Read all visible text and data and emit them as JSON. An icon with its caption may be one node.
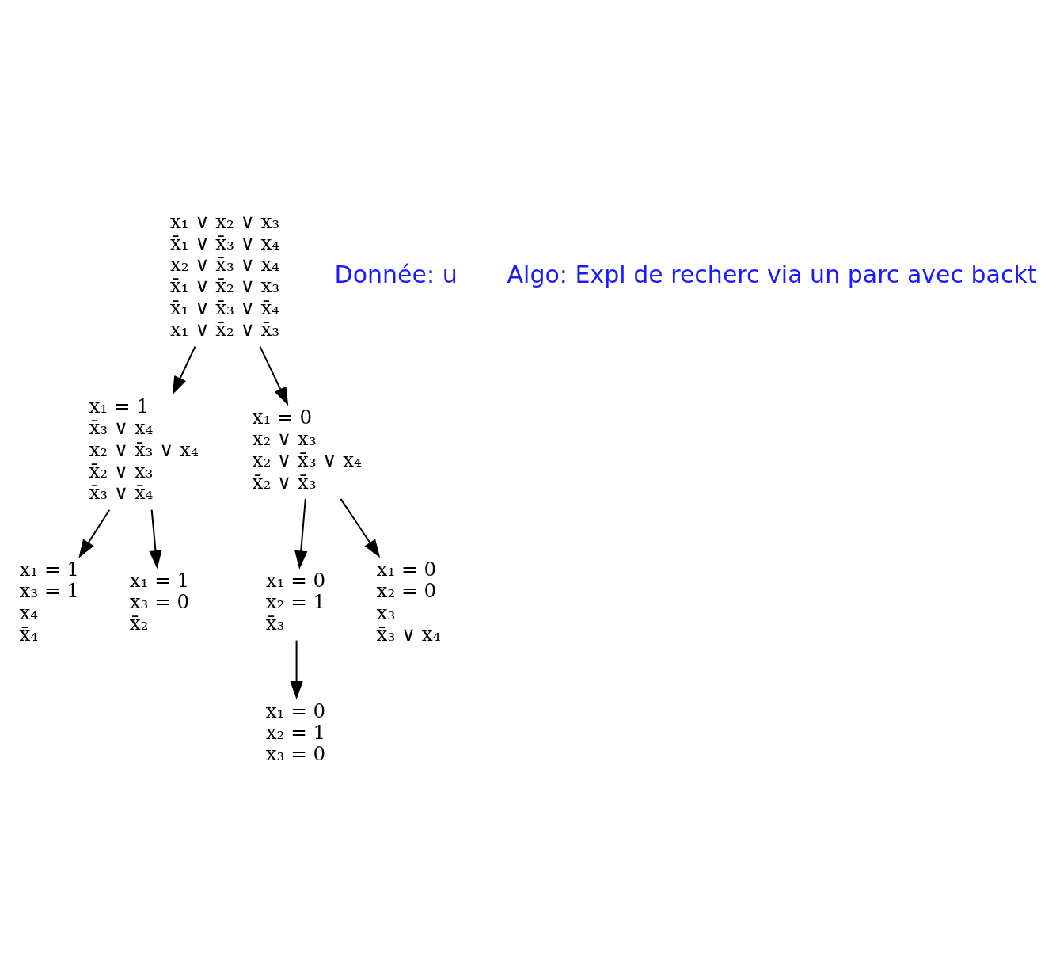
{
  "diagram": {
    "nodes": [
      {
        "text": [
          "x₁ ∨ x₂ ∨ x₃",
          "x̄₁ ∨ x̄₃ ∨ x₄",
          "x₂ ∨ x̄₃ ∨ x₄",
          "x̄₁ ∨ x̄₂ ∨ x₃",
          "x̄₁ ∨ x̄₃ ∨ x̄₄",
          "x₁ ∨ x̄₂ ∨ x̄₃"
        ]
      },
      {
        "text": [
          "x₁ = 1",
          "x̄₃ ∨ x₄",
          "x₂ ∨ x̄₃ ∨ x₄",
          "x̄₂ ∨ x₃",
          "x̄₃ ∨ x̄₄"
        ]
      },
      {
        "text": [
          "x₁ = 0",
          "x₂ ∨ x₃",
          "x₂ ∨ x̄₃ ∨ x₄",
          "x̄₂ ∨ x̄₃"
        ]
      },
      {
        "text": [
          "x₁ = 1",
          "x₃ = 1",
          "x₄",
          "x̄₄"
        ]
      },
      {
        "text": [
          "x₁ = 1",
          "x₃ = 0",
          "x̄₂"
        ]
      },
      {
        "text": [
          "x₁ = 0",
          "x₂ = 1",
          "x̄₃"
        ]
      },
      {
        "text": [
          "x₁ = 0",
          "x₂ = 0",
          "x₃",
          "x̄₃ ∨ x₄"
        ]
      },
      {
        "text": [
          "x₁ = 0",
          "x₂ = 1",
          "x₃ = 0"
        ]
      }
    ],
    "edges": [
      {
        "from": 0,
        "to": 1,
        "arrow": "to"
      },
      {
        "from": 0,
        "to": 2,
        "arrow": "to"
      },
      {
        "from": 1,
        "to": 3,
        "arrow": "to"
      },
      {
        "from": 1,
        "to": 4,
        "arrow": "to"
      },
      {
        "from": 2,
        "to": 5,
        "arrow": "to"
      },
      {
        "from": 2,
        "to": 6,
        "arrow": "to"
      },
      {
        "from": 5,
        "to": 7,
        "arrow": "to"
      }
    ],
    "labels": [
      "Donnée: u",
      "Algo: Expl de recherc via un parc avec backt"
    ]
  }
}
